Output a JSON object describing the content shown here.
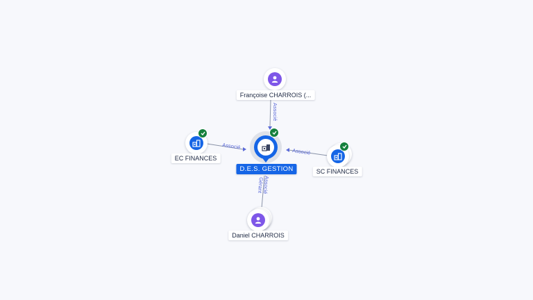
{
  "nodes": {
    "center": {
      "label": "D.E.S. GESTION",
      "icon": "building-icon",
      "verified": true,
      "color": "#1565e6"
    },
    "top": {
      "label": "Françoise CHARROIS (...",
      "icon": "person-icon",
      "color": "#7e57e8"
    },
    "left": {
      "label": "EC FINANCES",
      "icon": "building-icon",
      "verified": true,
      "color": "#1565e6"
    },
    "right": {
      "label": "SC FINANCES",
      "icon": "building-icon",
      "verified": true,
      "color": "#1565e6"
    },
    "bottom": {
      "label": "Daniel CHARROIS",
      "icon": "person-icon",
      "color": "#7e57e8"
    }
  },
  "edges": {
    "top": {
      "label": "Associé"
    },
    "left": {
      "label": "Associé"
    },
    "right": {
      "label": "Associé"
    },
    "bottom": {
      "label_1": "Gérant",
      "label_2": "Associé"
    }
  },
  "colors": {
    "background": "#f7f8fc",
    "edge_label": "#5b6ad8",
    "verified_badge": "#15803d"
  }
}
